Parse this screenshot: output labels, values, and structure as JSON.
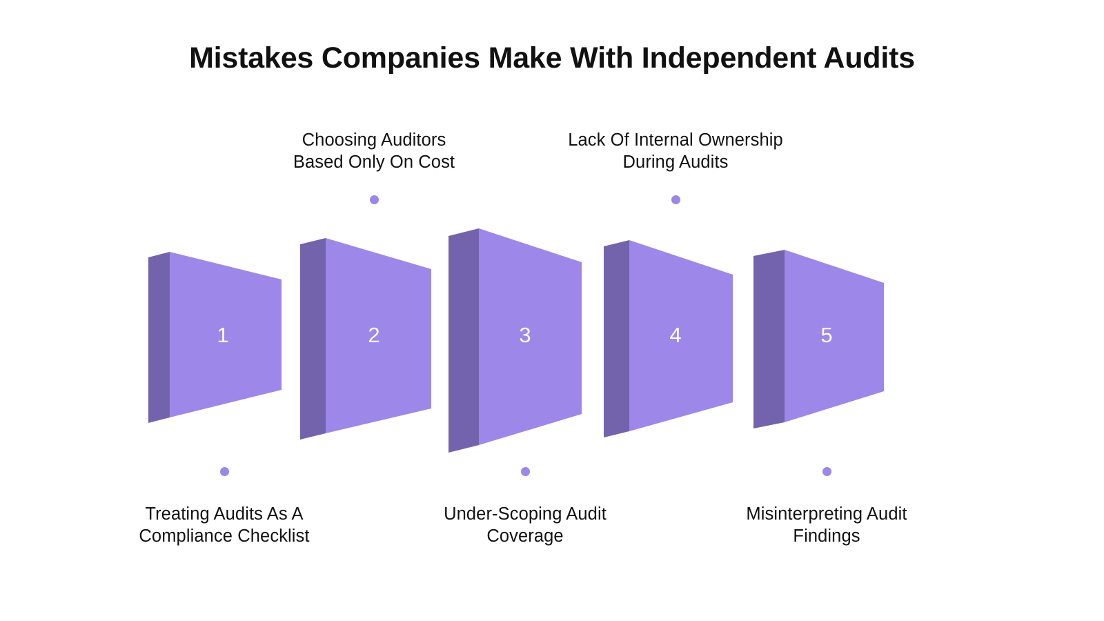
{
  "page": {
    "title": "Mistakes Companies Make With Independent Audits",
    "background_color": "#ffffff",
    "title_color": "#111111"
  },
  "theme": {
    "front_face_color": "#9d87e8",
    "side_face_color": "#7363ad",
    "dot_color": "#9b87e6",
    "number_color": "#ffffff"
  },
  "chart_data": {
    "type": "diagram",
    "title": "Mistakes Companies Make With Independent Audits",
    "shape": "3d-tapered-slab-sequence",
    "count": 5,
    "steps": [
      {
        "number": "1",
        "label_line1": "Treating Audits As A",
        "label_line2": "Compliance Checklist",
        "label_position": "below"
      },
      {
        "number": "2",
        "label_line1": "Choosing Auditors",
        "label_line2": "Based Only On Cost",
        "label_position": "above"
      },
      {
        "number": "3",
        "label_line1": "Under-Scoping Audit",
        "label_line2": "Coverage",
        "label_position": "below"
      },
      {
        "number": "4",
        "label_line1": "Lack Of Internal Ownership",
        "label_line2": "During Audits",
        "label_position": "above"
      },
      {
        "number": "5",
        "label_line1": "Misinterpreting Audit",
        "label_line2": "Findings",
        "label_position": "below"
      }
    ]
  }
}
